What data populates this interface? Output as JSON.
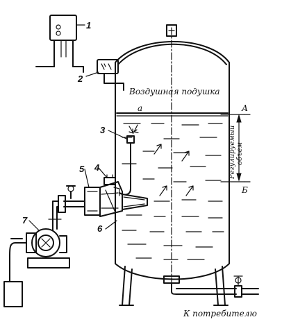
{
  "labels": {
    "air_cushion": "Воздушная подушка",
    "to_consumer": "К потребителю",
    "regulated_volume_line1": "Регулируемый",
    "regulated_volume_line2": "объем",
    "level_a": "А",
    "level_b": "Б",
    "level_small_a": "а",
    "callout_1": "1",
    "callout_2": "2",
    "callout_3": "3",
    "callout_4": "4",
    "callout_5": "5",
    "callout_6": "6",
    "callout_7": "7"
  },
  "colors": {
    "ink": "#111111",
    "paper": "#ffffff"
  }
}
